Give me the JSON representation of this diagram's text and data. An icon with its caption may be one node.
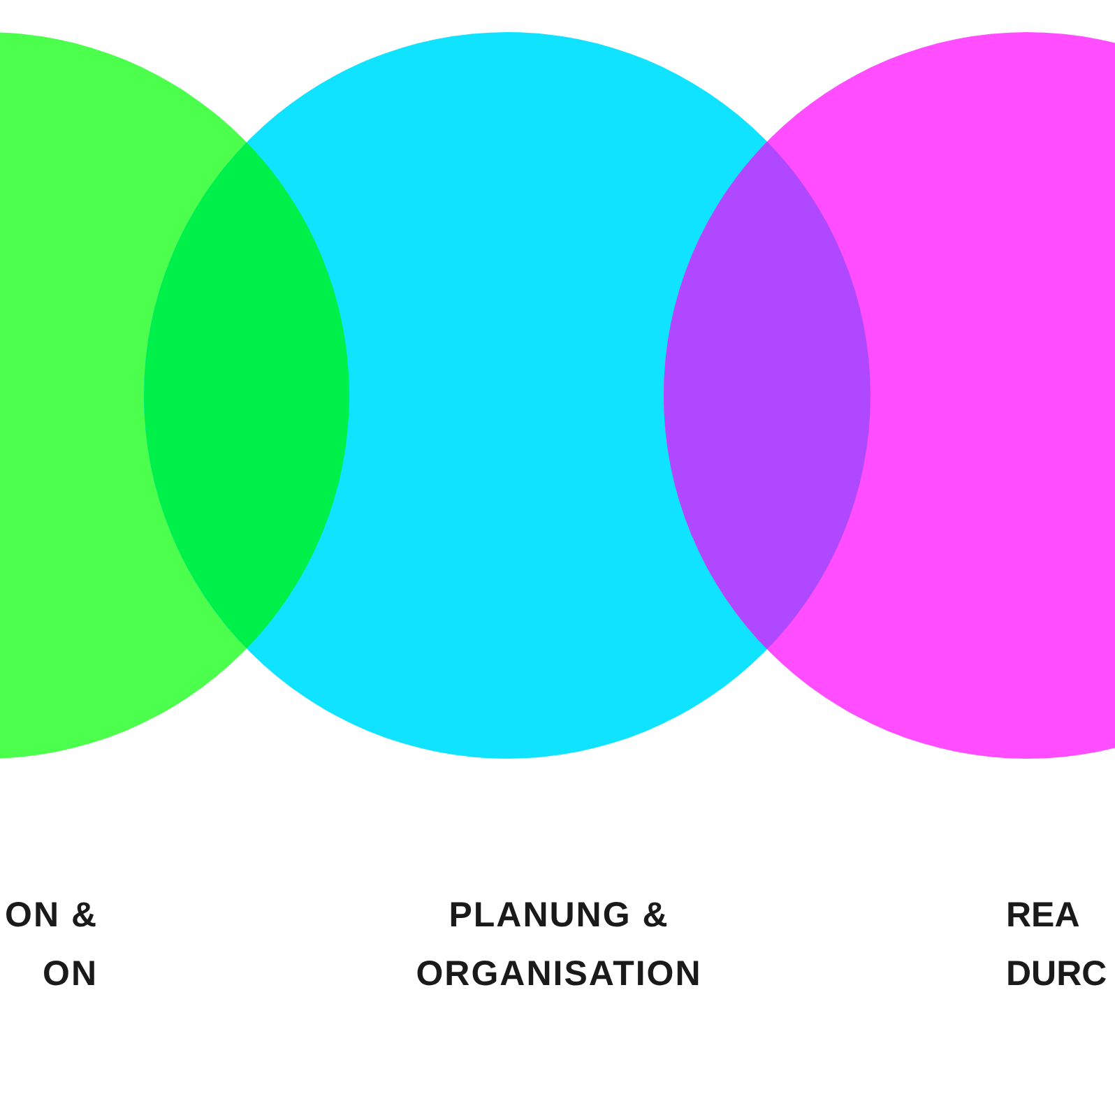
{
  "diagram": {
    "labels": [
      "ON & ON",
      "PLANUNG & ORGANISATION",
      "REA DURC"
    ]
  }
}
